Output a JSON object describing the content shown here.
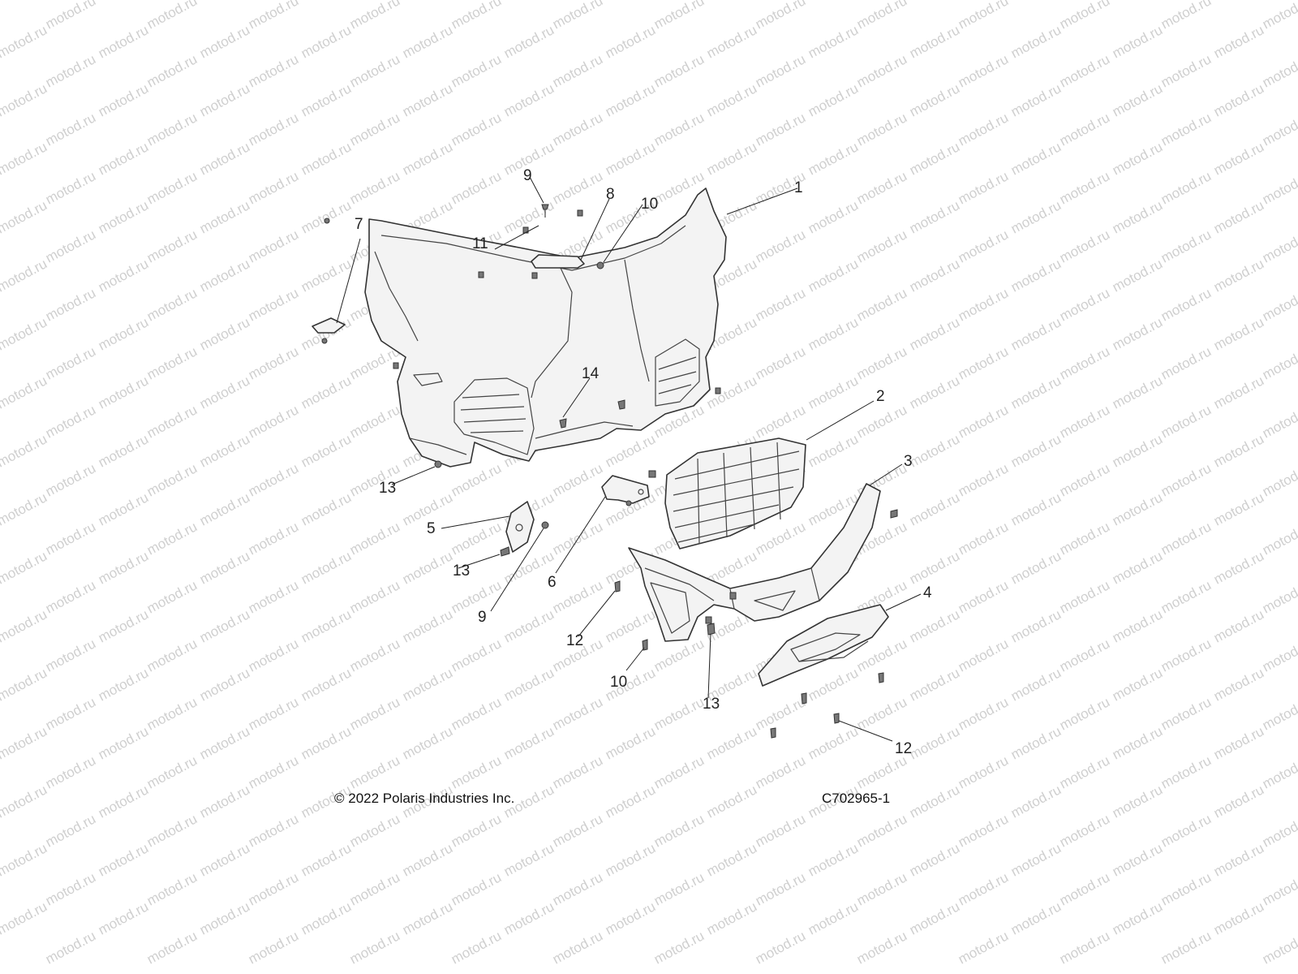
{
  "watermark": "motod.ru",
  "callouts": [
    "1",
    "2",
    "3",
    "4",
    "5",
    "6",
    "7",
    "8",
    "9",
    "9",
    "10",
    "10",
    "11",
    "12",
    "12",
    "13",
    "13",
    "13",
    "14"
  ],
  "footer": {
    "copyright": "© 2022 Polaris Industries Inc.",
    "drawing_code": "C702965-1"
  }
}
